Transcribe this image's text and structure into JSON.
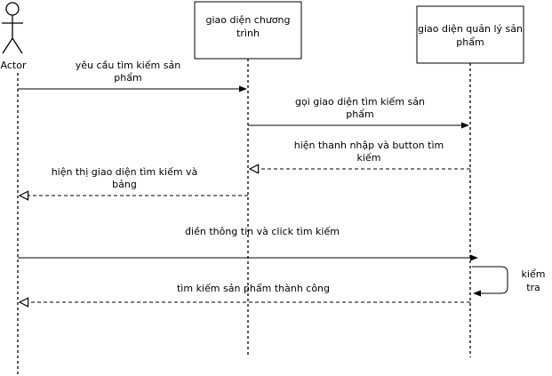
{
  "diagram": {
    "type": "sequence",
    "participants": {
      "actor": {
        "label": "Actor"
      },
      "program_ui": {
        "label_line1": "giao diện chương",
        "label_line2": "trình"
      },
      "product_mgmt_ui": {
        "label_line1": "giao diện quản lý sản",
        "label_line2": "phẩm"
      }
    },
    "messages": [
      {
        "line1": "yêu cầu tìm kiếm sản",
        "line2": "phẩm",
        "style": "solid"
      },
      {
        "line1": "gọi giao diện tìm kiếm sản",
        "line2": "phẩm",
        "style": "solid"
      },
      {
        "line1": "hiện thanh nhập và button tìm",
        "line2": "kiếm",
        "style": "dashed"
      },
      {
        "line1": "hiện thị giao diện tìm kiếm và",
        "line2": "bảng",
        "style": "dashed"
      },
      {
        "line1": "điền thông tin và click tìm kiếm",
        "style": "solid"
      },
      {
        "line1": "kiểm",
        "line2": "tra",
        "style": "self"
      },
      {
        "line1": "tìm kiếm sản phẩm thành công",
        "style": "dashed"
      }
    ],
    "colors": {
      "stroke": "#000000",
      "background": "#ffffff"
    }
  }
}
